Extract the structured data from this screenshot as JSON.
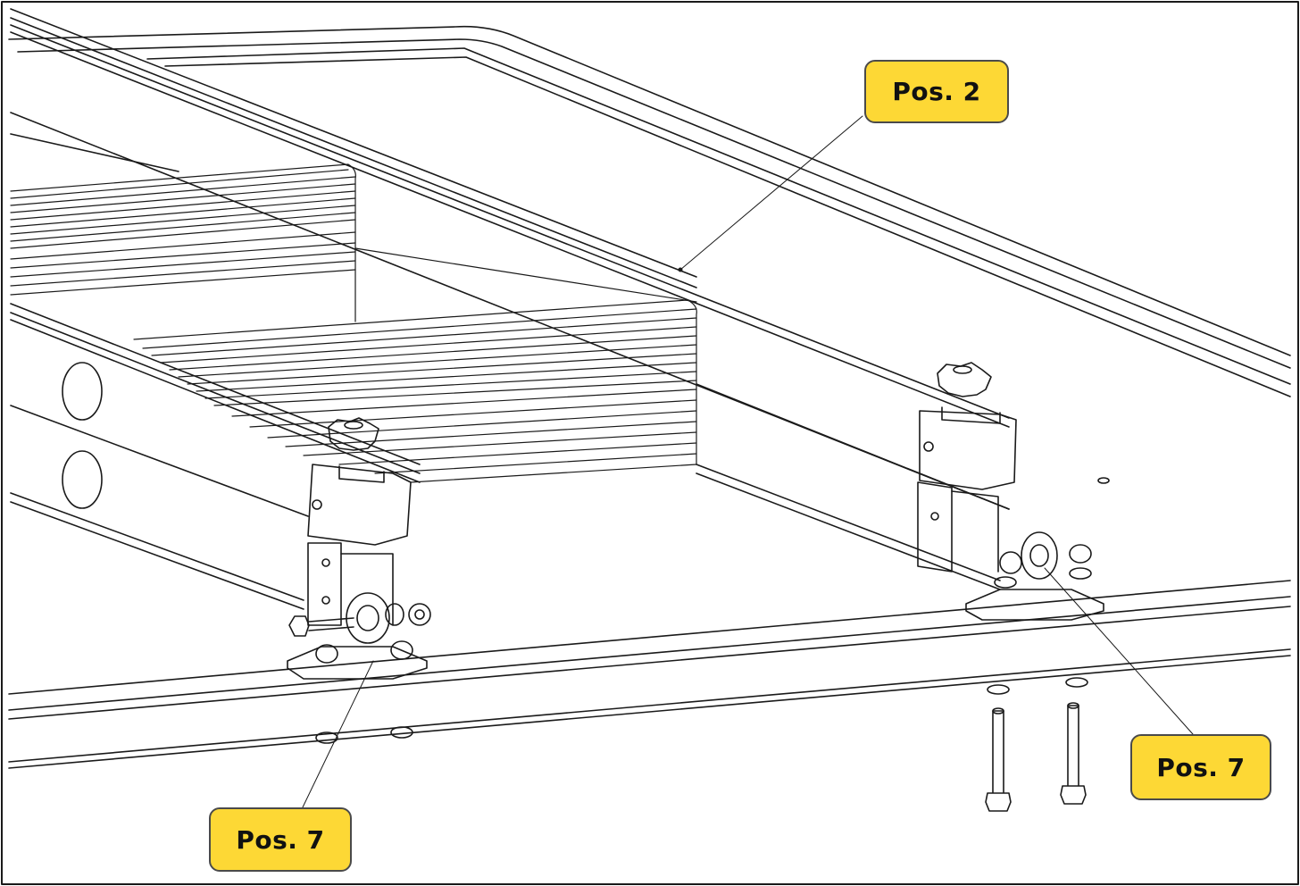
{
  "callouts": {
    "pos2": "Pos. 2",
    "pos7_right": "Pos. 7",
    "pos7_left": "Pos. 7"
  },
  "colors": {
    "callout_fill": "#fdd835",
    "callout_border": "#4a4a4a",
    "line": "#1a1a1a"
  },
  "icons": [
    "knob-icon",
    "hex-nut-icon",
    "washer-icon",
    "bolt-icon",
    "bracket-icon"
  ]
}
